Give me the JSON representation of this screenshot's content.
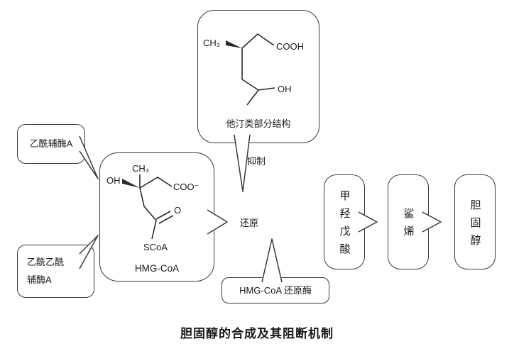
{
  "colors": {
    "line": "#3a3a3a",
    "text": "#1a1a1a",
    "background": "#ffffff"
  },
  "title": "胆固醇的合成及其阻断机制",
  "statin_bubble": {
    "caption": "他汀类部分结构",
    "atoms": {
      "ch3": "CH₃",
      "cooh": "COOH",
      "oh": "OH"
    }
  },
  "labels": {
    "inhibit": "抑制",
    "reduce": "还原"
  },
  "acetyl_bubble": {
    "label": "乙酰辅酶A"
  },
  "acetoacetyl_bubble": {
    "line1": "乙酰乙酰",
    "line2": "辅酶A"
  },
  "hmg_box": {
    "caption": "HMG-CoA",
    "atoms": {
      "ch3": "CH₃",
      "oh": "OH",
      "coo": "COO⁻",
      "o": "O",
      "scoa": "SCoA"
    }
  },
  "reductase_box": {
    "label": "HMG-CoA 还原酶"
  },
  "pathway": [
    {
      "label": "甲羟戊酸"
    },
    {
      "label": "鲨烯"
    },
    {
      "label": "胆固醇"
    }
  ]
}
